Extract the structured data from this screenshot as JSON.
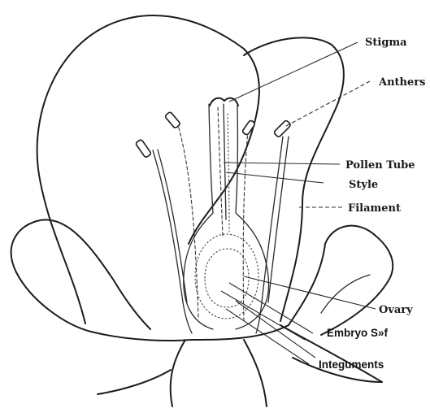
{
  "diagram": {
    "labels": {
      "stigma": "Stigma",
      "anthers": "Anthers",
      "pollen_tube": "Pollen Tube",
      "style": "Style",
      "filament": "Filament",
      "ovary": "Ovary",
      "embryo_sac": "Embryo S»f",
      "integuments": "Integuments"
    }
  }
}
